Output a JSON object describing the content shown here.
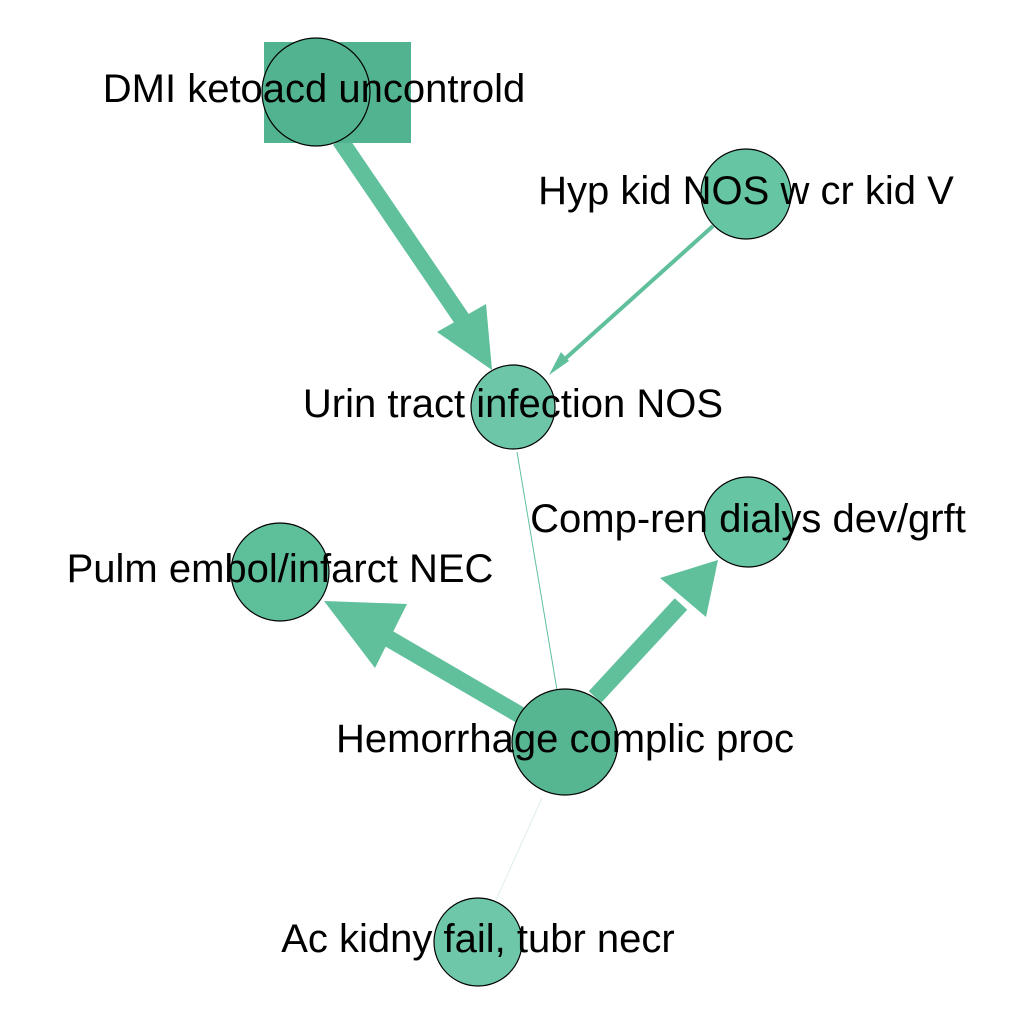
{
  "graph": {
    "nodes": [
      {
        "id": "dmi",
        "label": "DMI ketoacd uncontrold",
        "shape": "circle-with-square-background",
        "color": "#52b390"
      },
      {
        "id": "hyp",
        "label": "Hyp kid NOS w cr kid V",
        "shape": "circle",
        "color": "#66c5a2"
      },
      {
        "id": "uti",
        "label": "Urin tract infection NOS",
        "shape": "circle",
        "color": "#6ec6a8"
      },
      {
        "id": "comp",
        "label": "Comp-ren dialys dev/grft",
        "shape": "circle",
        "color": "#66c5a2"
      },
      {
        "id": "pulm",
        "label": "Pulm embol/infarct NEC",
        "shape": "circle",
        "color": "#5ebf9b"
      },
      {
        "id": "hem",
        "label": "Hemorrhage complic proc",
        "shape": "circle",
        "color": "#57b692"
      },
      {
        "id": "ac",
        "label": "Ac kidny fail, tubr necr",
        "shape": "circle",
        "color": "#6fc7aa"
      }
    ],
    "edges": [
      {
        "from": "dmi",
        "to": "uti",
        "weight": "heavy"
      },
      {
        "from": "hyp",
        "to": "uti",
        "weight": "light"
      },
      {
        "from": "hem",
        "to": "pulm",
        "weight": "heavy"
      },
      {
        "from": "hem",
        "to": "comp",
        "weight": "heavy"
      },
      {
        "from": "hem",
        "to": "uti",
        "weight": "very-light"
      },
      {
        "from": "hem",
        "to": "ac",
        "weight": "trace"
      }
    ],
    "colors": {
      "edge": "#5fc09b",
      "node_stroke": "#000000",
      "label": "#000000"
    }
  }
}
